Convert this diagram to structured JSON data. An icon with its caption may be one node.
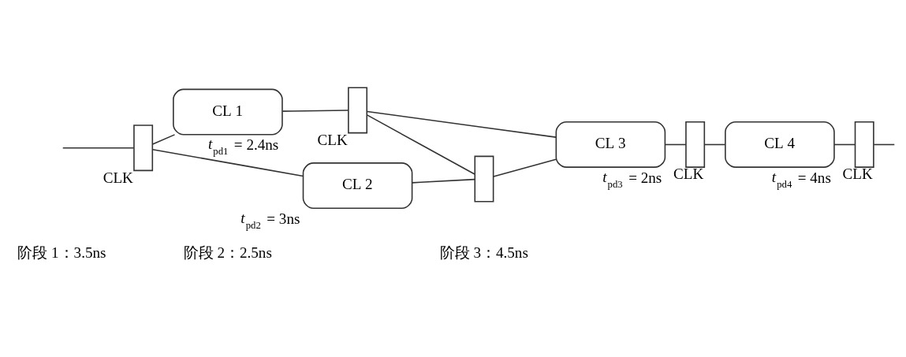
{
  "diagram": {
    "nodes": [
      {
        "text": [],
        "shape": "box",
        "beside": [
          "CLK"
        ]
      },
      {
        "text": [
          "CL 1"
        ],
        "beside": [
          "*t*$_{pd1}$ = 2.4ns"
        ]
      },
      {
        "text": [
          "CL 2"
        ],
        "beside": [
          "*t*$_{pd2}$ = 3ns"
        ]
      },
      {
        "text": [],
        "shape": "box",
        "beside": [
          "CLK"
        ]
      },
      {
        "text": [],
        "shape": "box"
      },
      {
        "text": [
          "CL 3"
        ],
        "beside": [
          "*t*$_{pd3}$ = 2ns"
        ]
      },
      {
        "text": [],
        "shape": "box",
        "beside": [
          "CLK"
        ]
      },
      {
        "text": [
          "CL 4"
        ],
        "beside": [
          "*t*$_{pd4}$ = 4ns"
        ]
      },
      {
        "text": [],
        "shape": "box",
        "beside": [
          "CLK"
        ]
      }
    ],
    "edges": [
      {
        "from": null,
        "to": 0,
        "arrow": "none"
      },
      {
        "from": 0,
        "to": 1,
        "arrow": "none"
      },
      {
        "from": 0,
        "to": 2,
        "arrow": "none"
      },
      {
        "from": 1,
        "to": 3,
        "arrow": "none"
      },
      {
        "from": 2,
        "to": 4,
        "arrow": "none"
      },
      {
        "from": 3,
        "to": 5,
        "arrow": "none"
      },
      {
        "from": 4,
        "to": 5,
        "arrow": "none"
      },
      {
        "from": 3,
        "to": 4,
        "arrow": "none"
      },
      {
        "from": 5,
        "to": 6,
        "arrow": "none"
      },
      {
        "from": 6,
        "to": 7,
        "arrow": "none"
      },
      {
        "from": 7,
        "to": 8,
        "arrow": "none"
      },
      {
        "from": 8,
        "to": null,
        "arrow": "none"
      }
    ],
    "labels": [
      "阶段 1：3.5ns",
      "阶段 2：2.5ns",
      "阶段 3：4.5ns"
    ]
  }
}
